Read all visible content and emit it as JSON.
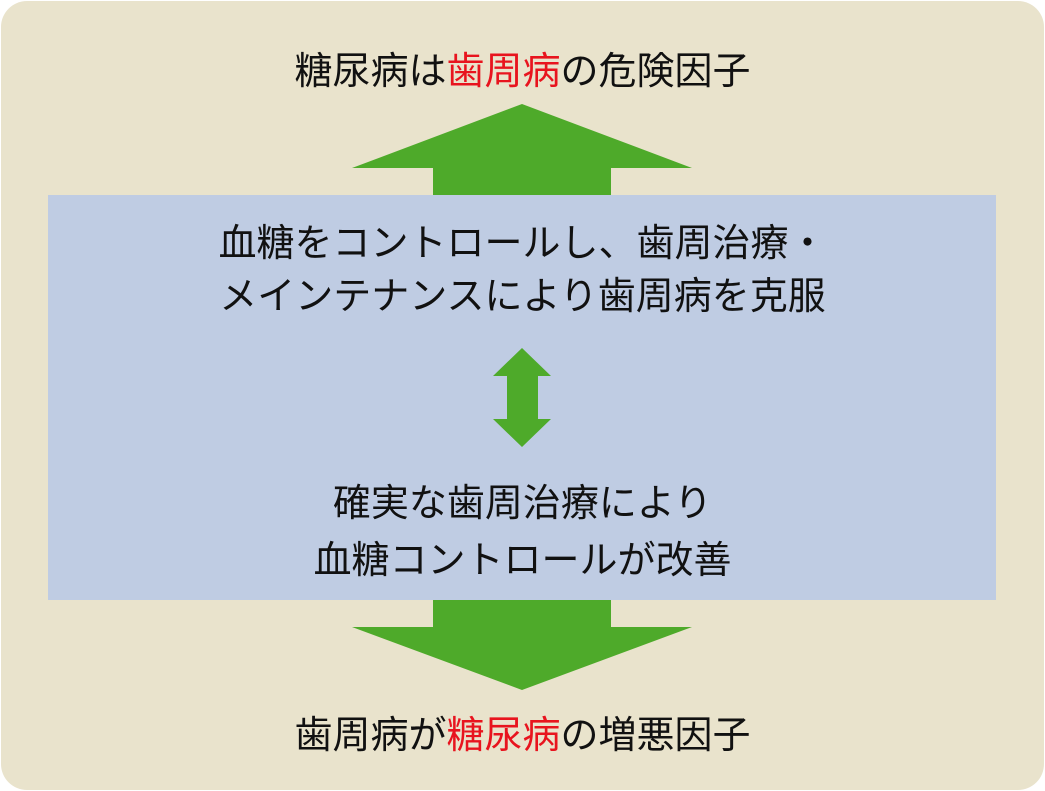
{
  "colors": {
    "background": "#e9e3cc",
    "panel": "#bfcce3",
    "arrow": "#4eaa2a",
    "highlight": "#e8141e",
    "text": "#111111"
  },
  "top_caption": {
    "before": "糖尿病は",
    "highlight": "歯周病",
    "after": "の危険因子"
  },
  "panel": {
    "upper_lines": [
      "血糖をコントロールし、歯周治療・",
      "メインテナンスにより歯周病を克服"
    ],
    "lower_lines": [
      "確実な歯周治療により",
      "血糖コントロールが改善"
    ]
  },
  "bottom_caption": {
    "before": "歯周病が",
    "highlight": "糖尿病",
    "after": "の増悪因子"
  },
  "icons": {
    "up": "up-arrow-icon",
    "both": "double-arrow-icon",
    "down": "down-arrow-icon"
  }
}
